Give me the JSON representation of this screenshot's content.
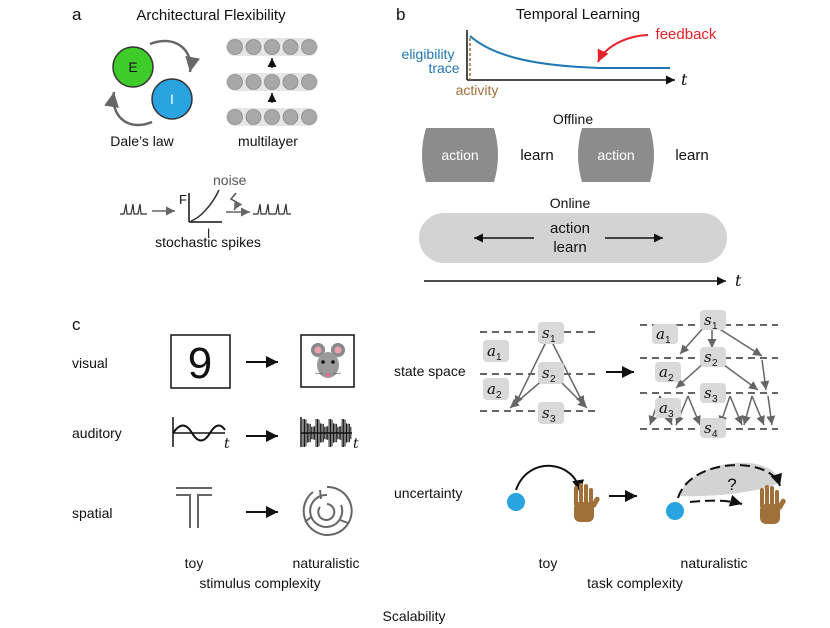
{
  "panel_a": {
    "letter": "a",
    "title": "Architectural Flexibility",
    "excitatory_label": "E",
    "inhibitory_label": "I",
    "dales_law_label": "Dale’s law",
    "multilayer_label": "multilayer",
    "noise_label": "noise",
    "f_label": "F",
    "i_label": "I",
    "stochastic_spikes_label": "stochastic spikes",
    "colors": {
      "excitatory": "#3dcc2a",
      "inhibitory": "#2aa4e0",
      "node": "#a8a8a8"
    }
  },
  "panel_b": {
    "letter": "b",
    "title": "Temporal Learning",
    "eligibility_label": "eligibility",
    "trace_label": "trace",
    "feedback_label": "feedback",
    "activity_label": "activity",
    "t_label": "t",
    "offline_label": "Offline",
    "online_label": "Online",
    "action_label": "action",
    "learn_label": "learn",
    "colors": {
      "trace": "#1f77b4",
      "feedback": "#e8222a",
      "activity": "#a0703a",
      "block": "#8c8c8c",
      "pill": "#d3d3d3"
    }
  },
  "panel_c": {
    "letter": "c",
    "visual_label": "visual",
    "auditory_label": "auditory",
    "spatial_label": "spatial",
    "digit": "9",
    "t_label": "t",
    "toy_label": "toy",
    "naturalistic_label": "naturalistic",
    "stimulus_complexity_label": "stimulus complexity",
    "state_space_label": "state space",
    "uncertainty_label": "uncertainty",
    "task_complexity_label": "task complexity",
    "question_mark": "?",
    "state_labels": [
      "s",
      "s",
      "s",
      "s"
    ],
    "state_subscripts": [
      "1",
      "2",
      "3",
      "4"
    ],
    "action_labels": [
      "a",
      "a",
      "a"
    ],
    "action_subscripts": [
      "1",
      "2",
      "3"
    ],
    "colors": {
      "agent": "#2aa4e0",
      "hand": "#a0703a",
      "state_box": "#d9d9d9"
    }
  },
  "footer": {
    "scalability_label": "Scalability"
  }
}
